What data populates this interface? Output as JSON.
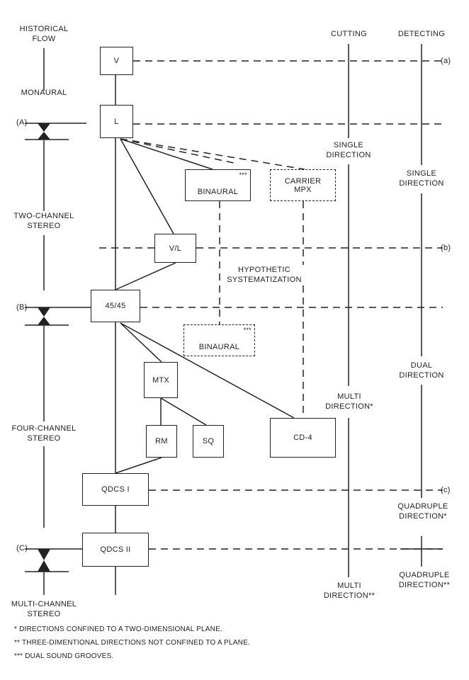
{
  "headers": {
    "historical_flow": "HISTORICAL FLOW",
    "cutting": "CUTTING",
    "detecting": "DETECTING"
  },
  "eras": {
    "monaural": "MONAURAL",
    "two_channel": "TWO-CHANNEL STEREO",
    "four_channel": "FOUR-CHANNEL STEREO",
    "multi_channel": "MULTI-CHANNEL STEREO"
  },
  "markers": {
    "A": "(A)",
    "B": "(B)",
    "C": "(C)",
    "a": "(a)",
    "b": "(b)",
    "c": "(c)"
  },
  "nodes": {
    "v": "V",
    "l": "L",
    "binaural_top": "BINAURAL",
    "binaural_top_note": "***",
    "carrier_mpx": "CARRIER MPX",
    "vl": "V/L",
    "hypothetic": "HYPOTHETIC SYSTEMATIZATION",
    "s4545": "45/45",
    "binaural_bottom": "BINAURAL",
    "binaural_bottom_note": "***",
    "mtx": "MTX",
    "rm": "RM",
    "sq": "SQ",
    "cd4": "CD-4",
    "qdcs1": "QDCS I",
    "qdcs2": "QDCS II"
  },
  "cutting_labels": {
    "single": "SINGLE DIRECTION",
    "multi_star": "MULTI DIRECTION*",
    "multi_double_star": "MULTI DIRECTION**"
  },
  "detecting_labels": {
    "single": "SINGLE DIRECTION",
    "dual": "DUAL DIRECTION",
    "quadruple_star": "QUADRUPLE DIRECTION*",
    "quadruple_double_star": "QUADRUPLE DIRECTION**"
  },
  "footnotes": [
    "* DIRECTIONS CONFINED TO A TWO-DIMENSIONAL PLANE.",
    "** THREE-DIMENTIONAL DIRECTIONS NOT CONFINED TO A PLANE.",
    "*** DUAL SOUND GROOVES."
  ]
}
